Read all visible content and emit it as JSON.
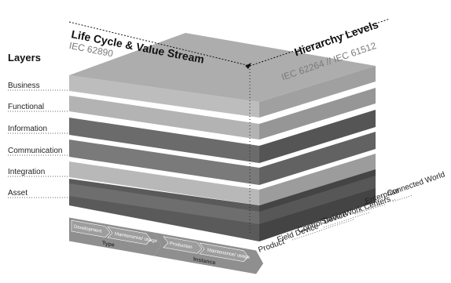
{
  "side_title": "Layers",
  "layers": [
    "Business",
    "Functional",
    "Information",
    "Communication",
    "Integration",
    "Asset"
  ],
  "lifecycle_axis": {
    "title": "Life Cycle & Value Stream",
    "standard": "IEC 62890"
  },
  "hierarchy_axis": {
    "title": "Hierarchy Levels",
    "standard": "IEC 62264 // IEC 61512"
  },
  "hierarchy_levels": [
    "Product",
    "Field Device",
    "Control Device",
    "Station",
    "Work Centers",
    "Enterprise",
    "Connected World"
  ],
  "lifecycle": {
    "type_label": "Type",
    "instance_label": "Instance",
    "type_steps": [
      "Development",
      "Maintenance/ usage"
    ],
    "instance_steps": [
      "Production",
      "Maintenance/ usage"
    ]
  },
  "colors": {
    "top_face": "#a9a9a9",
    "layer_light": "#bdbdbd",
    "layer_dark": "#6e6e6e",
    "base": "#4d4d4d",
    "arrow": "#8f8f8f"
  }
}
